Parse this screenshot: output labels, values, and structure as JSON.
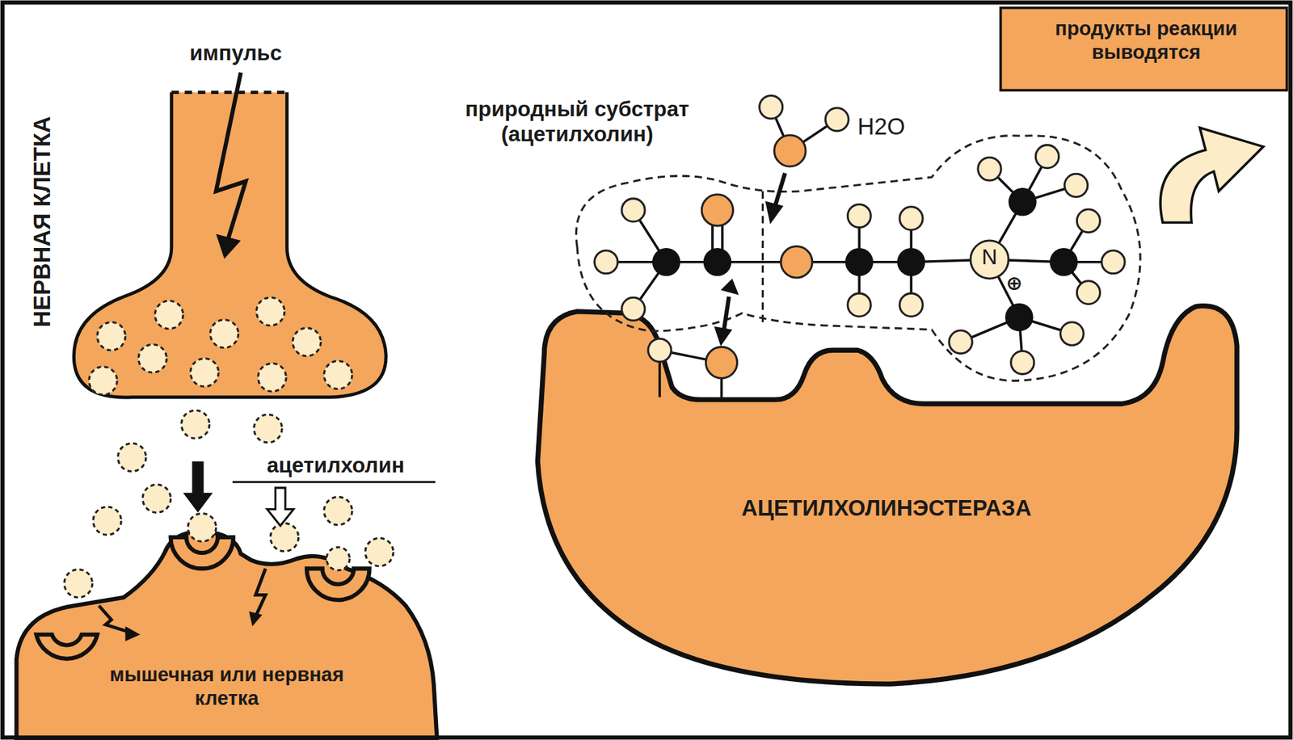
{
  "diagram": {
    "nodes": [
      {
        "text": [
          "продукты реакции выводятся"
        ]
      },
      {
        "text": [
          "АЦЕТИЛХОЛИНЭСТЕРАЗА"
        ]
      },
      {
        "text": [
          "мышечная или нервная клетка"
        ]
      }
    ],
    "labels": [
      "НЕРВНАЯ КЛЕТКА",
      "импульс",
      "ацетилхолин",
      "природный субстрат (ацетилхолин)",
      "H2O",
      "N",
      "⊕"
    ]
  }
}
